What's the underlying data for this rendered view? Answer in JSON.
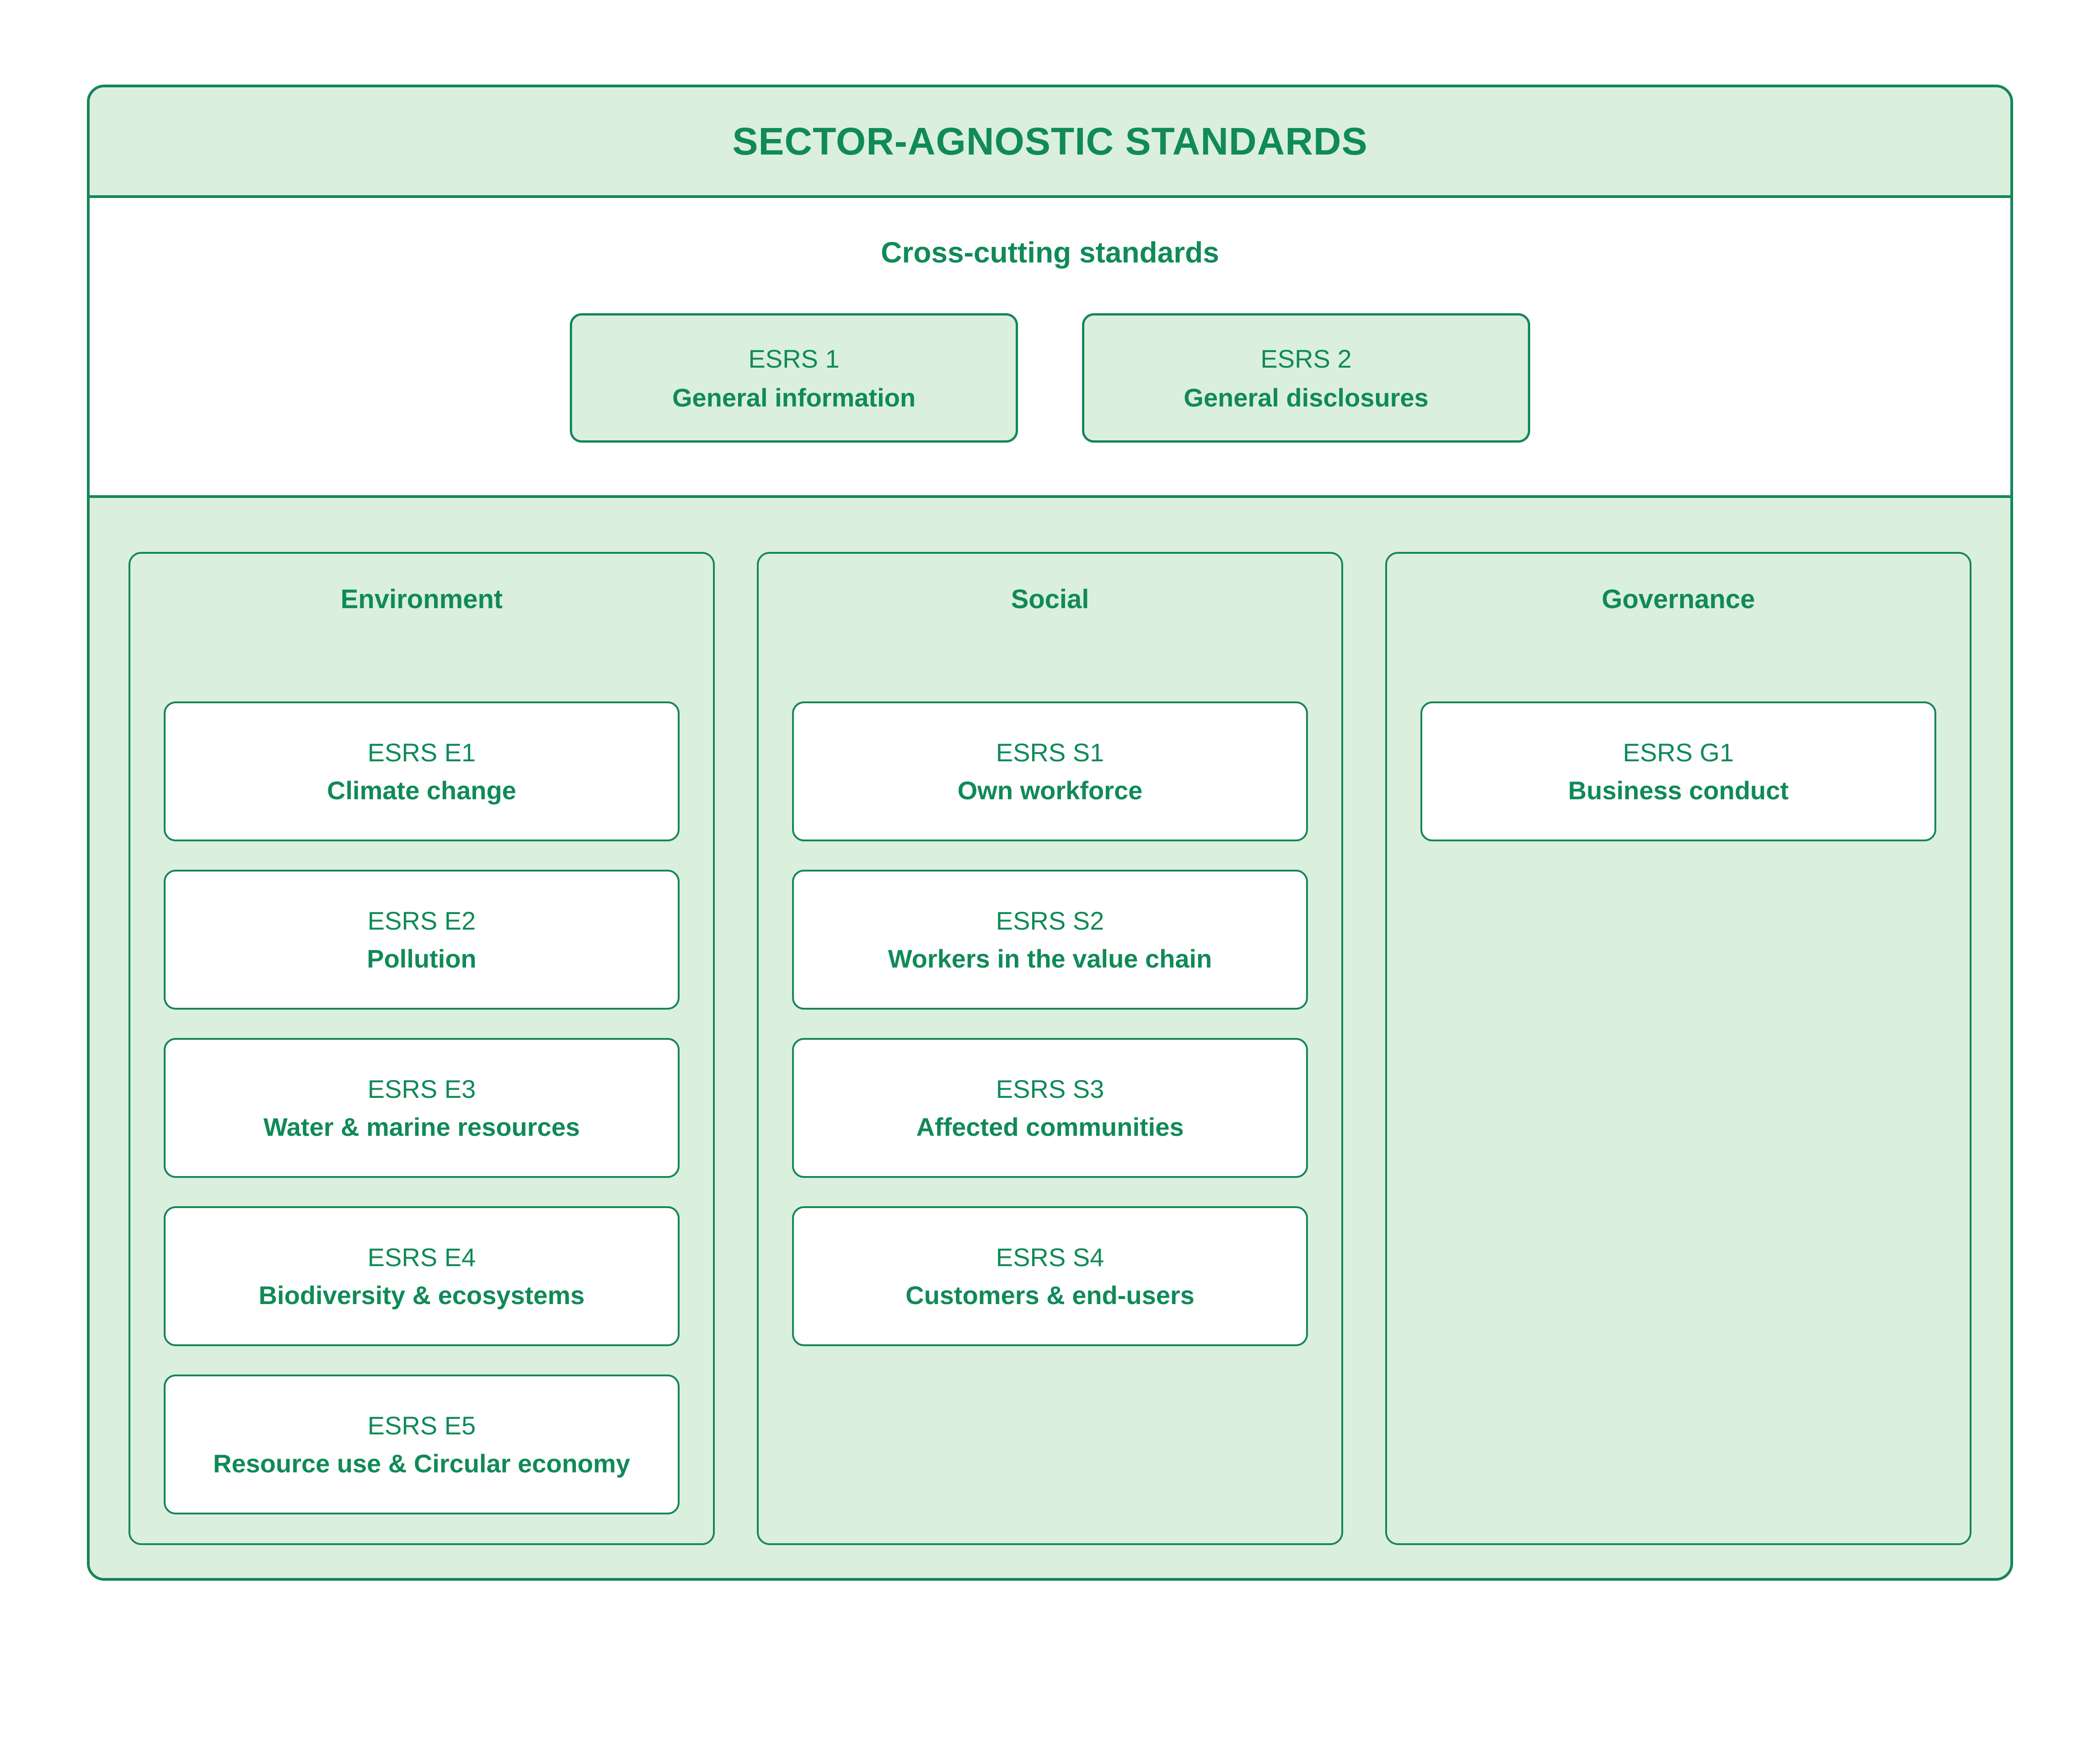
{
  "theme": {
    "green-border": "#17855A",
    "green-text": "#108A58",
    "light-green": "#DAF0DC",
    "white": "#FFFFFF"
  },
  "diagram": {
    "title": "SECTOR-AGNOSTIC STANDARDS",
    "cross_cutting": {
      "heading": "Cross-cutting standards",
      "cards": [
        {
          "code": "ESRS 1",
          "name": "General information"
        },
        {
          "code": "ESRS 2",
          "name": "General disclosures"
        }
      ]
    },
    "columns": [
      {
        "heading": "Environment",
        "cards": [
          {
            "code": "ESRS E1",
            "name": "Climate change"
          },
          {
            "code": "ESRS E2",
            "name": "Pollution"
          },
          {
            "code": "ESRS E3",
            "name": "Water & marine resources"
          },
          {
            "code": "ESRS E4",
            "name": "Biodiversity & ecosystems"
          },
          {
            "code": "ESRS E5",
            "name": "Resource use & Circular economy"
          }
        ]
      },
      {
        "heading": "Social",
        "cards": [
          {
            "code": "ESRS S1",
            "name": "Own workforce"
          },
          {
            "code": "ESRS S2",
            "name": "Workers in the value chain"
          },
          {
            "code": "ESRS S3",
            "name": "Affected communities"
          },
          {
            "code": "ESRS S4",
            "name": "Customers & end-users"
          }
        ]
      },
      {
        "heading": "Governance",
        "cards": [
          {
            "code": "ESRS G1",
            "name": "Business conduct"
          }
        ]
      }
    ]
  }
}
